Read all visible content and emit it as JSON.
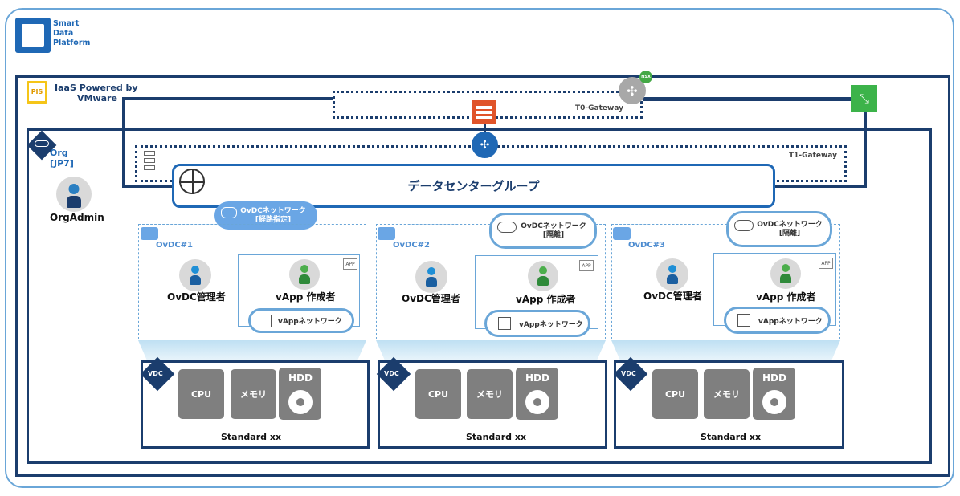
{
  "platform": {
    "title_line1": "Smart",
    "title_line2": "Data",
    "title_line3": "Platform"
  },
  "iaas": {
    "logo_text": "PIS",
    "label_line1": "IaaS Powered by",
    "label_line2": "VMware"
  },
  "org": {
    "label_line1": "Org",
    "label_line2": "[JP7]",
    "admin_label": "OrgAdmin"
  },
  "gateways": {
    "t0_label": "T0-Gateway",
    "t1_label": "T1-Gateway",
    "nsx_badge": "NSX"
  },
  "dcg": {
    "label": "データセンターグループ"
  },
  "route_network": {
    "line1": "OvDCネットワーク",
    "line2": "[経路指定]"
  },
  "ovdcs": [
    {
      "name": "OvDC#1",
      "admin_label": "OvDC管理者",
      "creator_label": "vApp 作成者",
      "vapp_net": "vAppネットワーク",
      "app_tag": "APP",
      "vdc_badge": "VDC",
      "cpu": "CPU",
      "mem": "メモリ",
      "hdd": "HDD",
      "vdc_label": "Standard xx"
    },
    {
      "name": "OvDC#2",
      "admin_label": "OvDC管理者",
      "creator_label": "vApp 作成者",
      "vapp_net": "vAppネットワーク",
      "app_tag": "APP",
      "iso_line1": "OvDCネットワーク",
      "iso_line2": "[隔離]",
      "vdc_badge": "VDC",
      "cpu": "CPU",
      "mem": "メモリ",
      "hdd": "HDD",
      "vdc_label": "Standard xx"
    },
    {
      "name": "OvDC#3",
      "admin_label": "OvDC管理者",
      "creator_label": "vApp 作成者",
      "vapp_net": "vAppネットワーク",
      "app_tag": "APP",
      "iso_line1": "OvDCネットワーク",
      "iso_line2": "[隔離]",
      "vdc_badge": "VDC",
      "cpu": "CPU",
      "mem": "メモリ",
      "hdd": "HDD",
      "vdc_label": "Standard xx"
    }
  ],
  "colors": {
    "navy": "#1b3d6d",
    "blue": "#1f68b5",
    "light_blue": "#6aa6d8",
    "firewall": "#e0542a",
    "nsx_green": "#3cb34a"
  }
}
